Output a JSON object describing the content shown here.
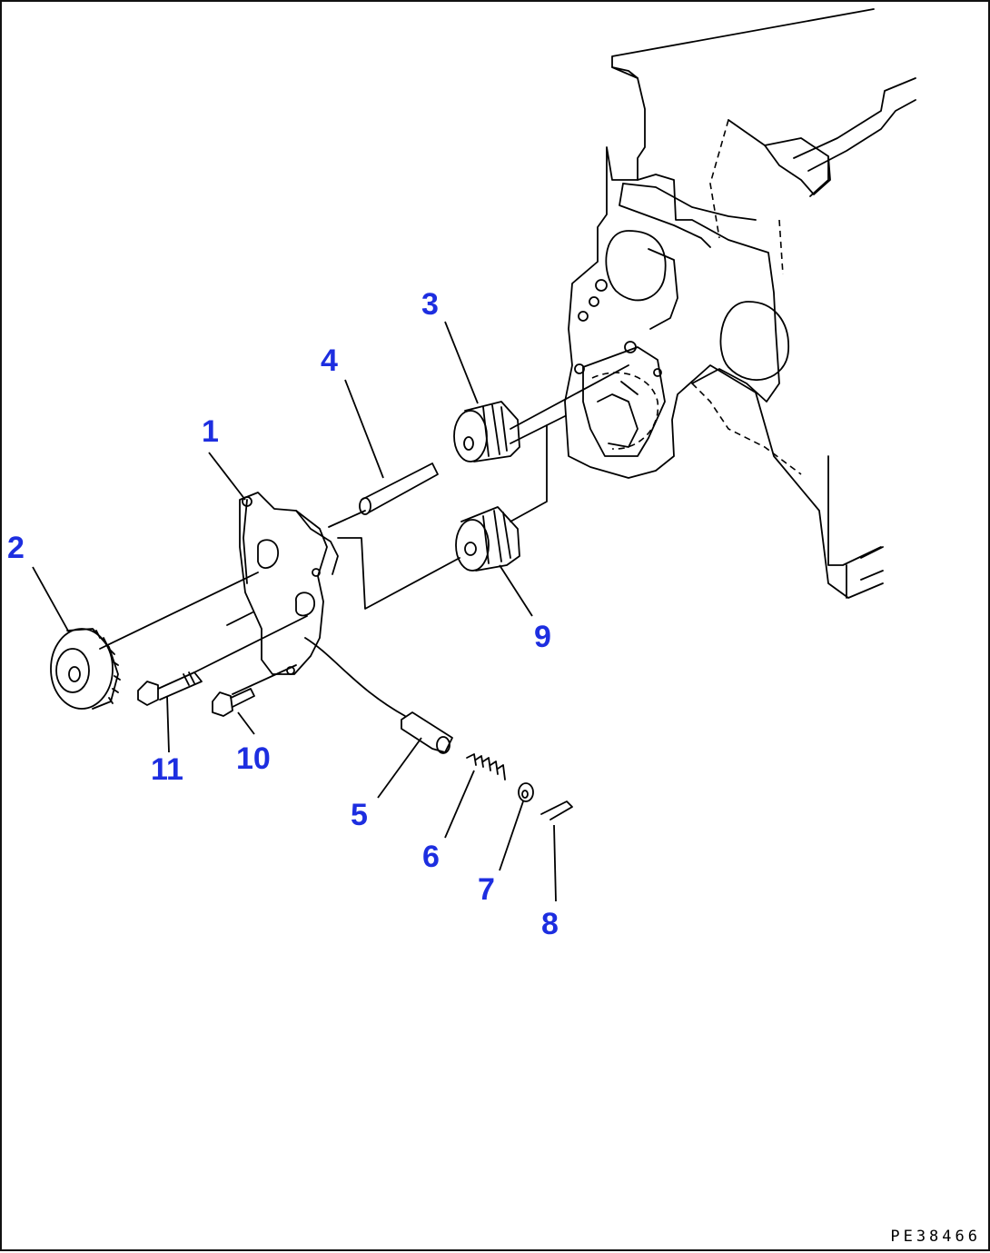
{
  "colors": {
    "callout": "#1d2ee0",
    "line": "#000000",
    "background": "#ffffff"
  },
  "callouts": [
    {
      "id": "1",
      "label": "1"
    },
    {
      "id": "2",
      "label": "2"
    },
    {
      "id": "3",
      "label": "3"
    },
    {
      "id": "4",
      "label": "4"
    },
    {
      "id": "5",
      "label": "5"
    },
    {
      "id": "6",
      "label": "6"
    },
    {
      "id": "7",
      "label": "7"
    },
    {
      "id": "8",
      "label": "8"
    },
    {
      "id": "9",
      "label": "9"
    },
    {
      "id": "10",
      "label": "10"
    },
    {
      "id": "11",
      "label": "11"
    }
  ],
  "drawing_code": "PE38466"
}
